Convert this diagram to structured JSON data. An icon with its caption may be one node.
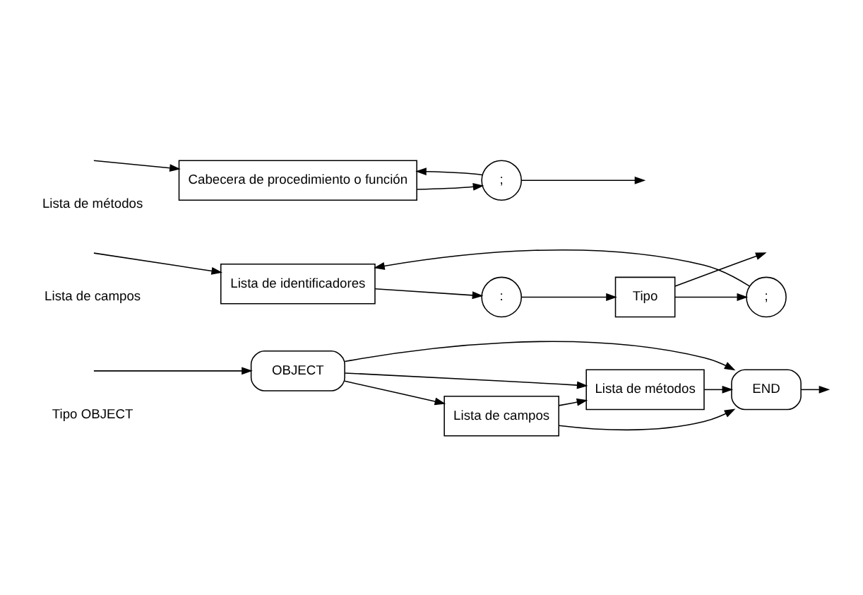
{
  "diagram": {
    "nodes": [
      {
        "text": [
          "OBJECT"
        ]
      },
      {
        "text": [
          "Lista de campos"
        ]
      },
      {
        "text": [
          "Lista de métodos"
        ]
      },
      {
        "text": [
          "END"
        ]
      },
      {
        "text": [
          "Lista de identificadores"
        ]
      },
      {
        "text": [
          ":"
        ]
      },
      {
        "text": [
          "Tipo"
        ]
      },
      {
        "text": [
          ";"
        ]
      },
      {
        "text": [
          "Cabecera de procedimiento o función"
        ]
      },
      {
        "text": [
          ";"
        ]
      }
    ],
    "edges": [
      {
        "from": null,
        "to": 0,
        "arrow": "to"
      },
      {
        "from": 0,
        "to": 1,
        "arrow": "to"
      },
      {
        "from": 0,
        "to": 2,
        "arrow": "to"
      },
      {
        "from": 0,
        "to": 3,
        "arrow": "to"
      },
      {
        "from": 1,
        "to": 2,
        "arrow": "to"
      },
      {
        "from": 1,
        "to": 3,
        "arrow": "to"
      },
      {
        "from": 2,
        "to": 3,
        "arrow": "to"
      },
      {
        "from": 3,
        "to": null,
        "arrow": "to"
      },
      {
        "from": null,
        "to": 4,
        "arrow": "to"
      },
      {
        "from": 4,
        "to": 5,
        "arrow": "to"
      },
      {
        "from": 5,
        "to": 6,
        "arrow": "to"
      },
      {
        "from": 6,
        "to": null,
        "arrow": "to"
      },
      {
        "from": 6,
        "to": 7,
        "arrow": "to"
      },
      {
        "from": 7,
        "to": 4,
        "arrow": "to"
      },
      {
        "from": null,
        "to": 8,
        "arrow": "to"
      },
      {
        "from": 8,
        "to": 9,
        "arrow": "to"
      },
      {
        "from": 9,
        "to": null,
        "arrow": "to"
      },
      {
        "from": 9,
        "to": 8,
        "arrow": "to"
      }
    ],
    "labels": [
      "Tipo OBJECT",
      "Lista de campos",
      "Lista de métodos"
    ]
  }
}
